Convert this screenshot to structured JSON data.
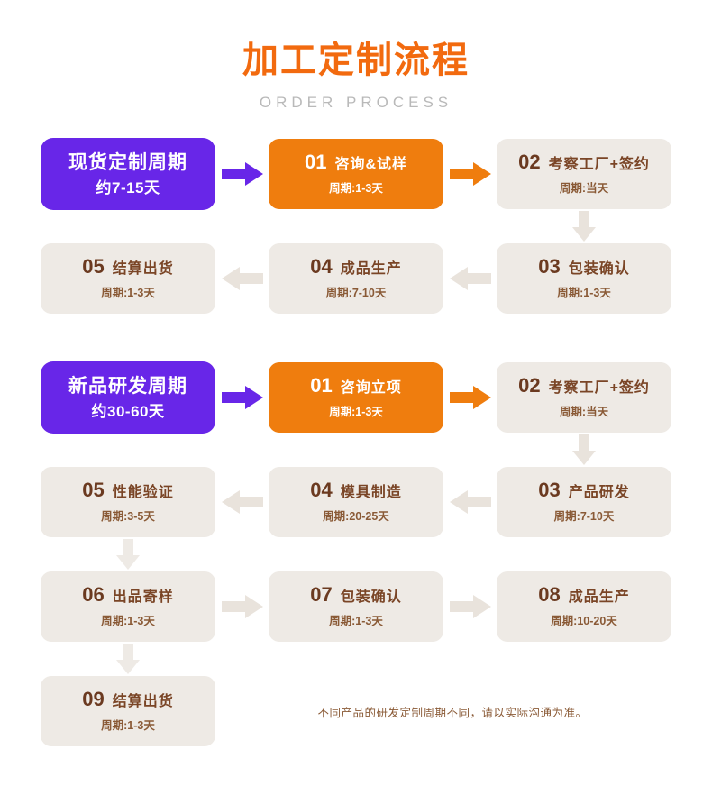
{
  "header": {
    "title_cn": "加工定制流程",
    "title_en": "ORDER PROCESS",
    "title_color": "#f26a0f",
    "subtitle_color": "#b9b9b9"
  },
  "colors": {
    "purple": "#6826e8",
    "orange": "#ef7d0e",
    "beige_box": "#eeeae5",
    "beige_arrow": "#e9e3dc",
    "brown_text": "#7a4526",
    "page_bg": "#ffffff"
  },
  "icons": {
    "arrow_right": "arrow-right-icon",
    "arrow_left": "arrow-left-icon",
    "arrow_down": "arrow-down-icon"
  },
  "sections": [
    {
      "id": "stock-custom",
      "phase": {
        "title": "现货定制周期",
        "subtitle": "约7-15天"
      },
      "row1": [
        {
          "num": "01",
          "name": "咨询&试样",
          "cycle": "周期:1-3天",
          "style": "orange"
        },
        {
          "num": "02",
          "name": "考察工厂+签约",
          "cycle": "周期:当天",
          "style": "beige"
        }
      ],
      "row2": [
        {
          "num": "05",
          "name": "结算出货",
          "cycle": "周期:1-3天",
          "style": "beige"
        },
        {
          "num": "04",
          "name": "成品生产",
          "cycle": "周期:7-10天",
          "style": "beige"
        },
        {
          "num": "03",
          "name": "包装确认",
          "cycle": "周期:1-3天",
          "style": "beige"
        }
      ]
    },
    {
      "id": "new-product-rd",
      "phase": {
        "title": "新品研发周期",
        "subtitle": "约30-60天"
      },
      "row1": [
        {
          "num": "01",
          "name": "咨询立项",
          "cycle": "周期:1-3天",
          "style": "orange"
        },
        {
          "num": "02",
          "name": "考察工厂+签约",
          "cycle": "周期:当天",
          "style": "beige"
        }
      ],
      "row2": [
        {
          "num": "05",
          "name": "性能验证",
          "cycle": "周期:3-5天",
          "style": "beige"
        },
        {
          "num": "04",
          "name": "模具制造",
          "cycle": "周期:20-25天",
          "style": "beige"
        },
        {
          "num": "03",
          "name": "产品研发",
          "cycle": "周期:7-10天",
          "style": "beige"
        }
      ],
      "row3": [
        {
          "num": "06",
          "name": "出品寄样",
          "cycle": "周期:1-3天",
          "style": "beige"
        },
        {
          "num": "07",
          "name": "包装确认",
          "cycle": "周期:1-3天",
          "style": "beige"
        },
        {
          "num": "08",
          "name": "成品生产",
          "cycle": "周期:10-20天",
          "style": "beige"
        }
      ],
      "row4": [
        {
          "num": "09",
          "name": "结算出货",
          "cycle": "周期:1-3天",
          "style": "beige"
        }
      ],
      "note": "不同产品的研发定制周期不同，请以实际沟通为准。"
    }
  ]
}
